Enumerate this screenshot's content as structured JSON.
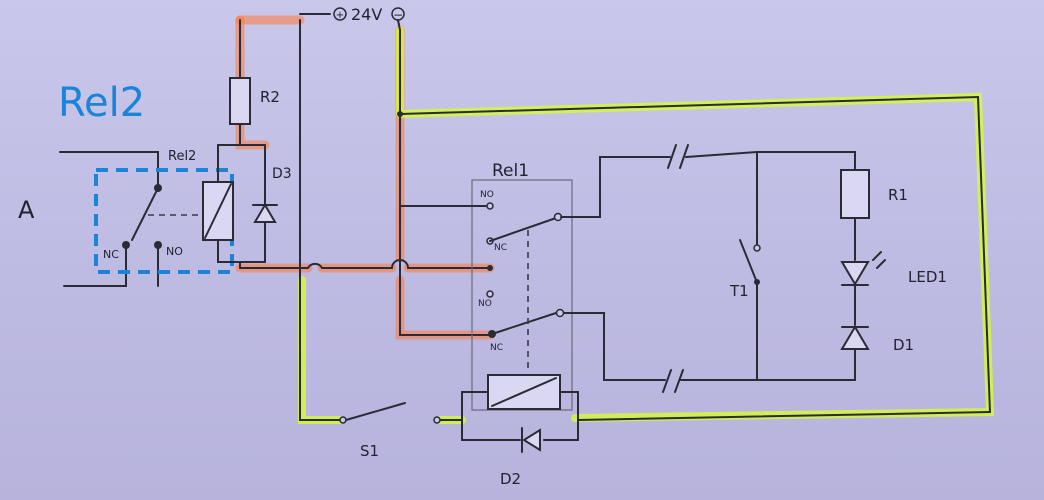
{
  "labels": {
    "rel2_title": "Rel2",
    "input_a": "A",
    "r2": "R2",
    "rel2_small": "Rel2",
    "d3": "D3",
    "rel2_nc": "NC",
    "rel2_no": "NO",
    "supply": "24V",
    "plus": "+",
    "minus": "−",
    "rel1_title": "Rel1",
    "rel1_no_top": "NO",
    "rel1_nc_top": "NC",
    "rel1_no_mid": "NO",
    "rel1_nc_bottom": "NC",
    "r1": "R1",
    "led1": "LED1",
    "d1": "D1",
    "t1": "T1",
    "s1": "S1",
    "d2": "D2"
  },
  "colors": {
    "title_blue": "#1a84d8",
    "highlight_red": "#ff7a3a",
    "highlight_yellow": "#d8ff2a",
    "ink": "#2b2b35"
  }
}
